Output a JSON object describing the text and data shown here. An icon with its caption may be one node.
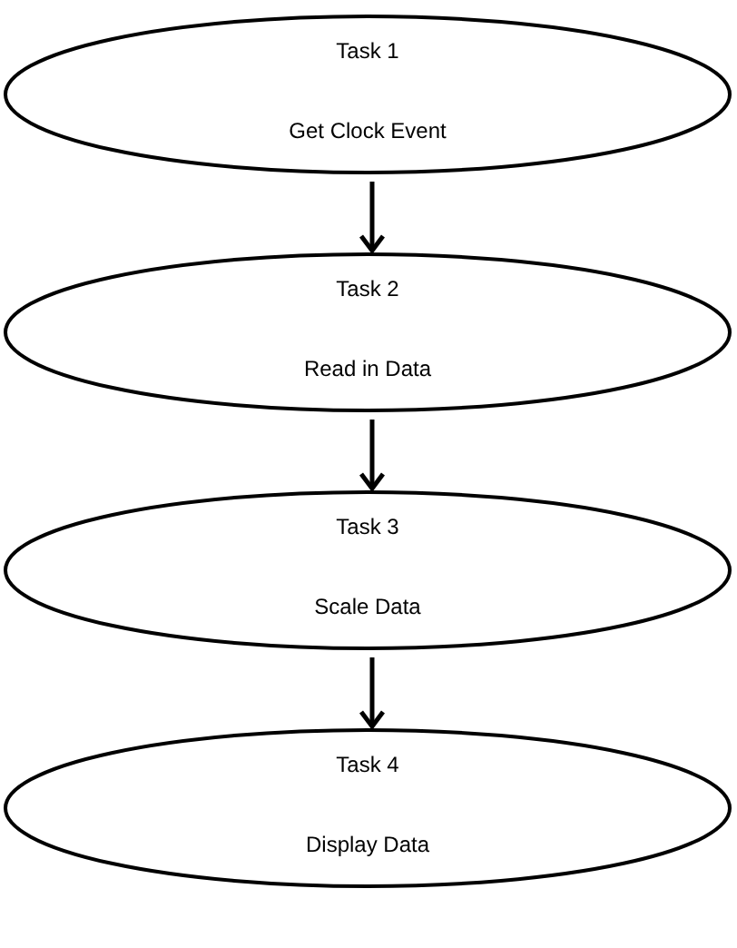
{
  "diagram": {
    "nodes": [
      {
        "text": [
          "Task 1",
          "Get Clock Event"
        ]
      },
      {
        "text": [
          "Task 2",
          "Read in Data"
        ]
      },
      {
        "text": [
          "Task 3",
          "Scale Data"
        ]
      },
      {
        "text": [
          "Task 4",
          "Display Data"
        ]
      }
    ],
    "edges": [
      {
        "from": 0,
        "to": 1,
        "arrow": "to"
      },
      {
        "from": 1,
        "to": 2,
        "arrow": "to"
      },
      {
        "from": 2,
        "to": 3,
        "arrow": "to"
      }
    ]
  }
}
